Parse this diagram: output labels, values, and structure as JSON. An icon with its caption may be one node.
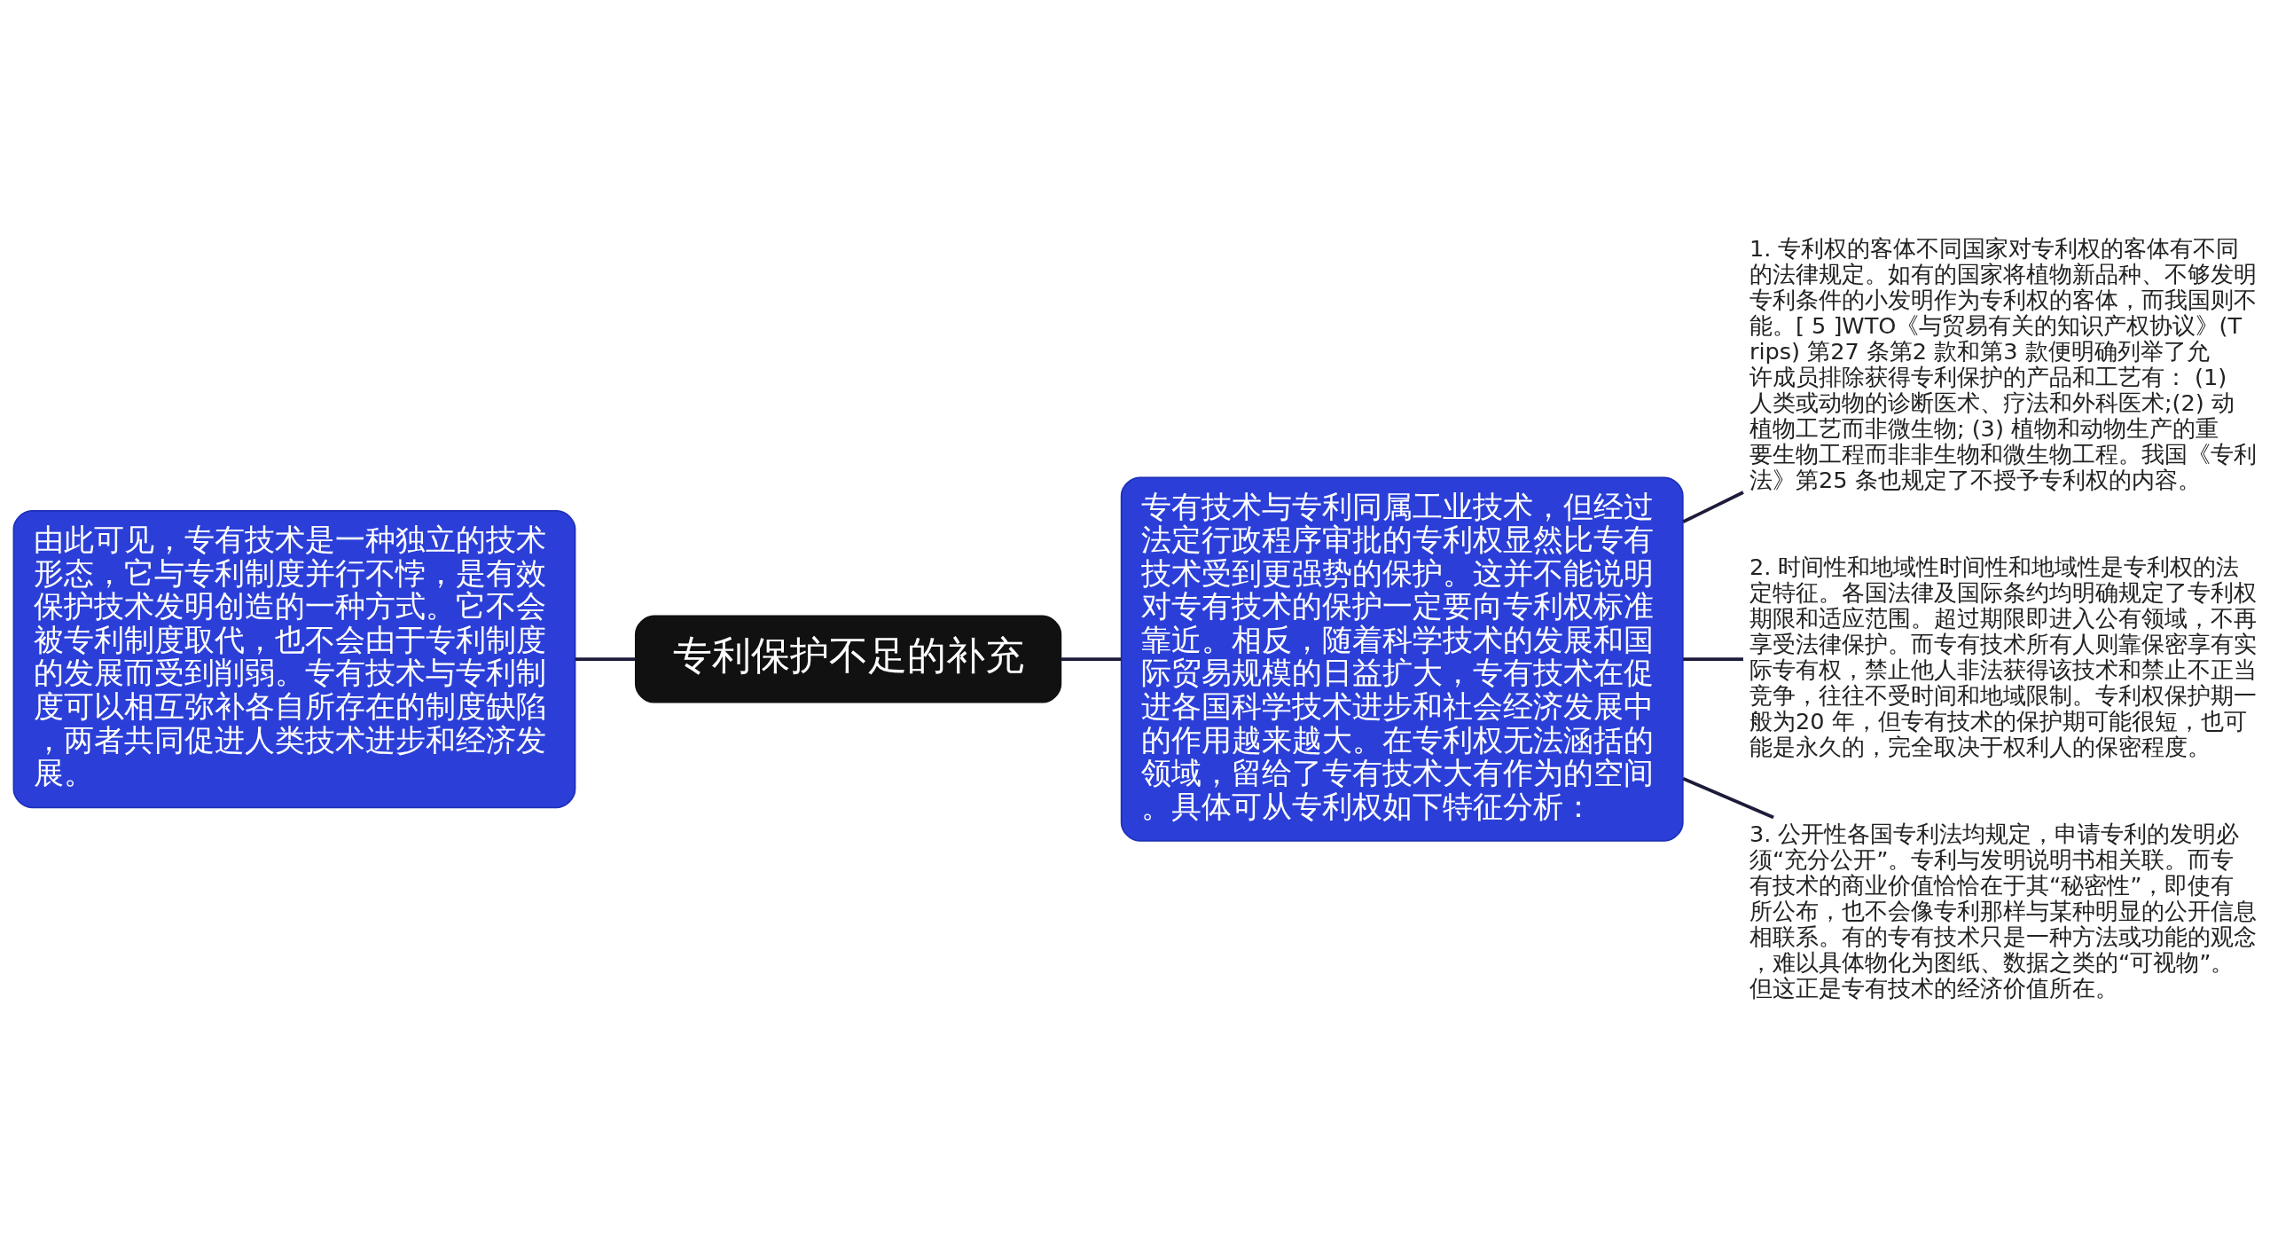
{
  "diagram": {
    "nodes": [
      {
        "text": [
          "专利保护不足的补充"
        ]
      },
      {
        "text": [
          "由此可见，专有技术是一种独立的技术形态，它与专利制度并行不悖，是有效保护技术发明创造的一种方式。它不会被专利制度取代，也不会由于专利制度的发展而受到削弱。专有技术与专利制度可以相互弥补各自所存在的制度缺陷，两者共同促进人类技术进步和经济发展。"
        ]
      },
      {
        "text": [
          "专有技术与专利同属工业技术，但经过法定行政程序审批的专利权显然比专有技术受到更强势的保护。这并不能说明对专有技术的保护一定要向专利权标准靠近。相反，随着科学技术的发展和国际贸易规模的日益扩大，专有技术在促进各国科学技术进步和社会经济发展中的作用越来越大。在专利权无法涵括的领域，留给了专有技术大有作为的空间。具体可从专利权如下特征分析："
        ]
      },
      {
        "text": [
          "1. 专利权的客体不同国家对专利权的客体有不同的法律规定。如有的国家将植物新品种、不够发明专利条件的小发明作为专利权的客体，而我国则不能。[ 5 ]WTO《与贸易有关的知识产权协议》(Trips) 第27 条第2 款和第3 款便明确列举了允许成员排除获得专利保护的产品和工艺有： (1) 人类或动物的诊断医术、疗法和外科医术;(2) 动植物工艺而非微生物; (3) 植物和动物生产的重要生物工程而非非生物和微生物工程。我国《专利法》第25 条也规定了不授予专利权的内容。"
        ]
      },
      {
        "text": [
          "2. 时间性和地域性时间性和地域性是专利权的法定特征。各国法律及国际条约均明确规定了专利权期限和适应范围。超过期限即进入公有领域，不再享受法律保护。而专有技术所有人则靠保密享有实际专有权，禁止他人非法获得该技术和禁止不正当竞争，往往不受时间和地域限制。专利权保护期一般为20 年，但专有技术的保护期可能很短，也可能是永久的，完全取决于权利人的保密程度。"
        ]
      },
      {
        "text": [
          "3. 公开性各国专利法均规定，申请专利的发明必须“充分公开”。专利与发明说明书相关联。而专有技术的商业价值恰恰在于其“秘密性”，即使有所公布，也不会像专利那样与某种明显的公开信息相联系。有的专有技术只是一种方法或功能的观念，难以具体物化为图纸、数据之类的“可视物”。但这正是专有技术的经济价值所在。"
        ]
      }
    ],
    "edges": [
      {
        "from": 1,
        "to": 0,
        "arrow": "none"
      },
      {
        "from": 0,
        "to": 2,
        "arrow": "none"
      },
      {
        "from": 2,
        "to": 3,
        "arrow": "none"
      },
      {
        "from": 2,
        "to": 4,
        "arrow": "none"
      },
      {
        "from": 2,
        "to": 5,
        "arrow": "none"
      }
    ]
  }
}
